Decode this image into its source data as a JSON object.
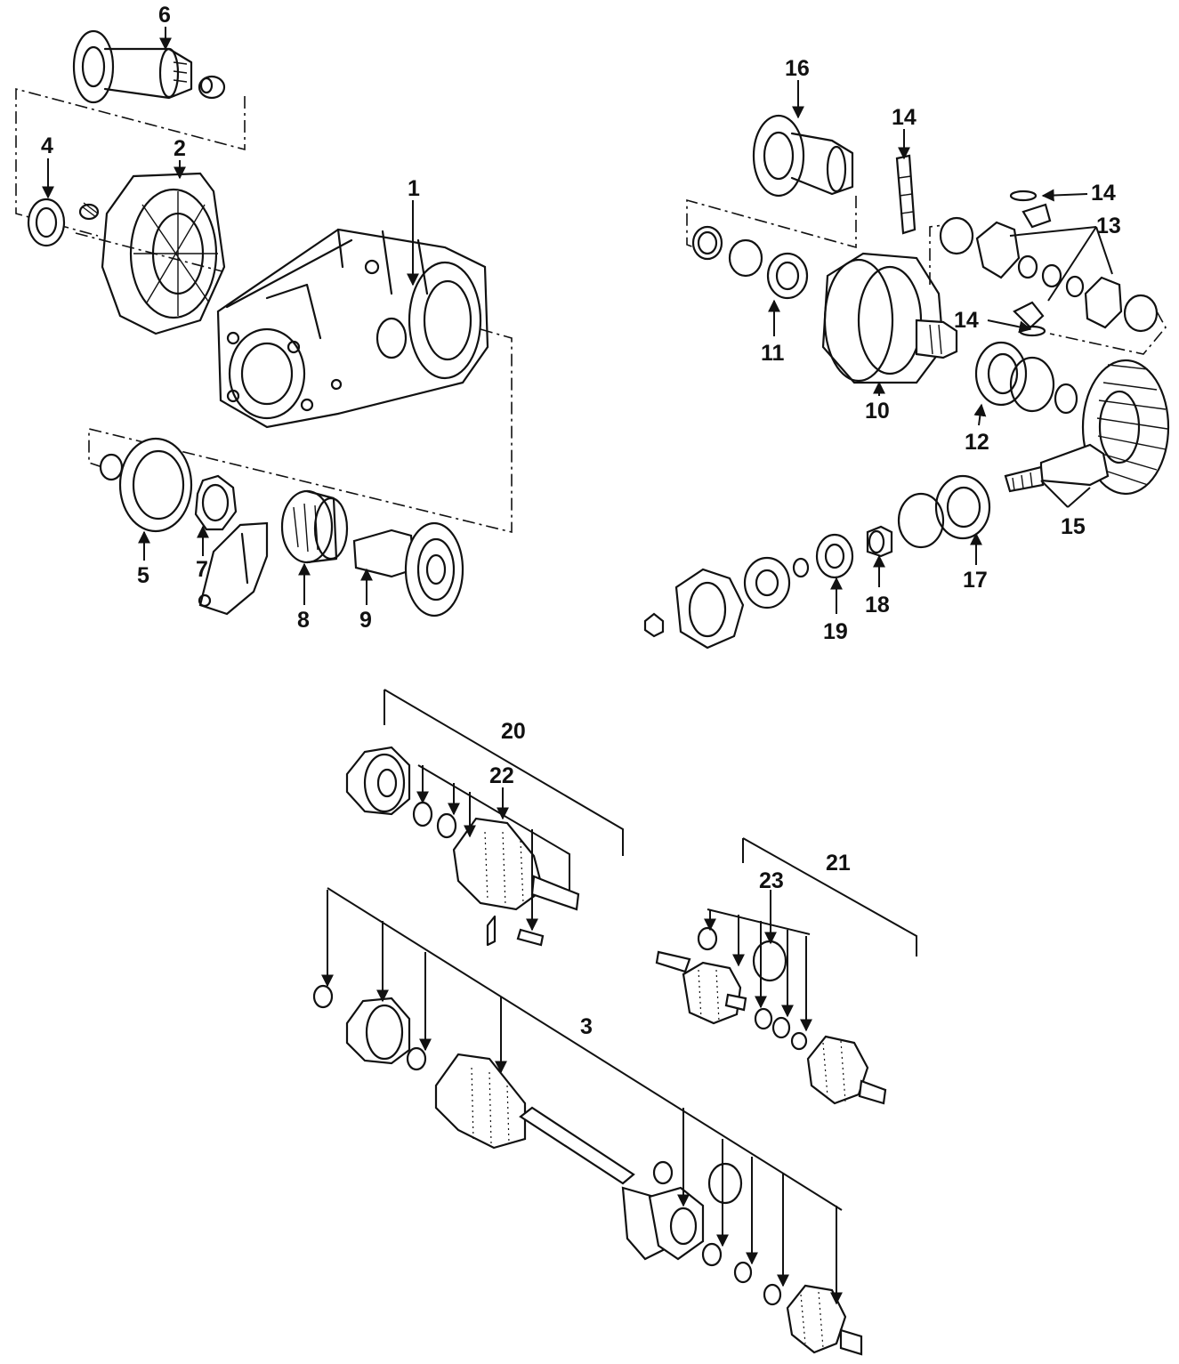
{
  "callouts": {
    "c1": "1",
    "c2": "2",
    "c3": "3",
    "c4": "4",
    "c5": "5",
    "c6": "6",
    "c7": "7",
    "c8": "8",
    "c9": "9",
    "c10": "10",
    "c11": "11",
    "c12": "12",
    "c13": "13",
    "c14a": "14",
    "c14b": "14",
    "c14c": "14",
    "c15": "15",
    "c16": "16",
    "c17": "17",
    "c18": "18",
    "c19": "19",
    "c20": "20",
    "c21": "21",
    "c22": "22",
    "c23": "23"
  }
}
